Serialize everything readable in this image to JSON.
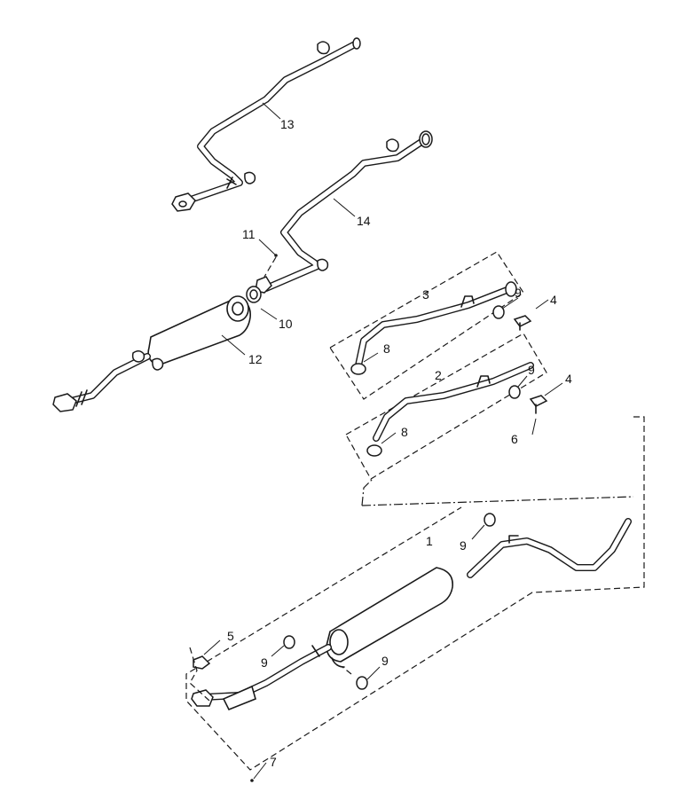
{
  "diagram": {
    "callouts": [
      {
        "id": "c13",
        "label": "13"
      },
      {
        "id": "c14",
        "label": "14"
      },
      {
        "id": "c11",
        "label": "11"
      },
      {
        "id": "c10",
        "label": "10"
      },
      {
        "id": "c12",
        "label": "12"
      },
      {
        "id": "c3",
        "label": "3"
      },
      {
        "id": "c9a",
        "label": "9"
      },
      {
        "id": "c4a",
        "label": "4"
      },
      {
        "id": "c8a",
        "label": "8"
      },
      {
        "id": "c2",
        "label": "2"
      },
      {
        "id": "c9b",
        "label": "9"
      },
      {
        "id": "c4b",
        "label": "4"
      },
      {
        "id": "c8b",
        "label": "8"
      },
      {
        "id": "c6",
        "label": "6"
      },
      {
        "id": "c1",
        "label": "1"
      },
      {
        "id": "c9c",
        "label": "9"
      },
      {
        "id": "c5",
        "label": "5"
      },
      {
        "id": "c9d",
        "label": "9"
      },
      {
        "id": "c9e",
        "label": "9"
      },
      {
        "id": "c7",
        "label": "7"
      }
    ]
  }
}
